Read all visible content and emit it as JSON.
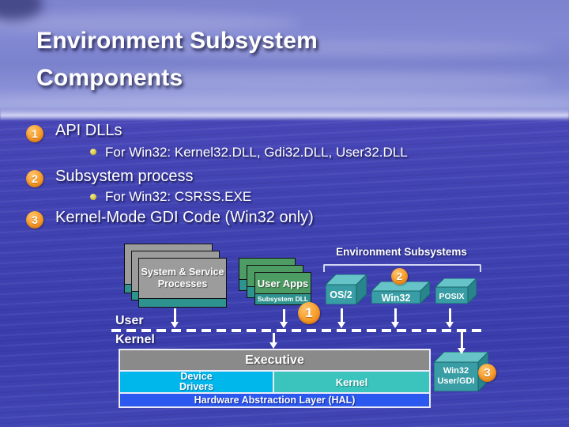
{
  "title": {
    "line1": "Environment Subsystem",
    "line2": "Components"
  },
  "list": {
    "items": [
      {
        "badge": "1",
        "label": "API DLLs",
        "sub": "For Win32: Kernel32.DLL, Gdi32.DLL, User32.DLL"
      },
      {
        "badge": "2",
        "label": "Subsystem process",
        "sub": "For Win32: CSRSS.EXE"
      },
      {
        "badge": "3",
        "label": "Kernel-Mode GDI Code (Win32 only)"
      }
    ]
  },
  "diagram": {
    "env_subsystems_label": "Environment Subsystems",
    "system_stack": {
      "line1": "System & Service",
      "line2": "Processes"
    },
    "user_apps_stack": {
      "title": "User Apps",
      "strip": "Subsystem DLL"
    },
    "subsystem_boxes": {
      "os2": "OS/2",
      "win32": "Win32",
      "posix": "POSIX"
    },
    "win32_usergdi": {
      "line1": "Win32",
      "line2": "User/GDI"
    },
    "boundary": {
      "user_label": "User",
      "kernel_label": "Kernel"
    },
    "kernel_layers": {
      "executive": "Executive",
      "device_drivers_line1": "Device",
      "device_drivers_line2": "Drivers",
      "kernel": "Kernel",
      "hal": "Hardware Abstraction Layer (HAL)"
    },
    "badges": {
      "one": "1",
      "two": "2",
      "three": "3"
    },
    "colors": {
      "badge_orange": "#F89D2A",
      "cube_front": "#389DA4",
      "cube_top": "#66C4C8",
      "cube_side": "#27858B",
      "card_gray": "#9C9C9C",
      "card_green": "#4C9C63",
      "teal_strip": "#2E938E",
      "executive_gray": "#8A8A8A",
      "device_drivers_cyan": "#00B7EC",
      "kernel_teal": "#3AC4BD",
      "hal_blue": "#2B59EF"
    }
  }
}
